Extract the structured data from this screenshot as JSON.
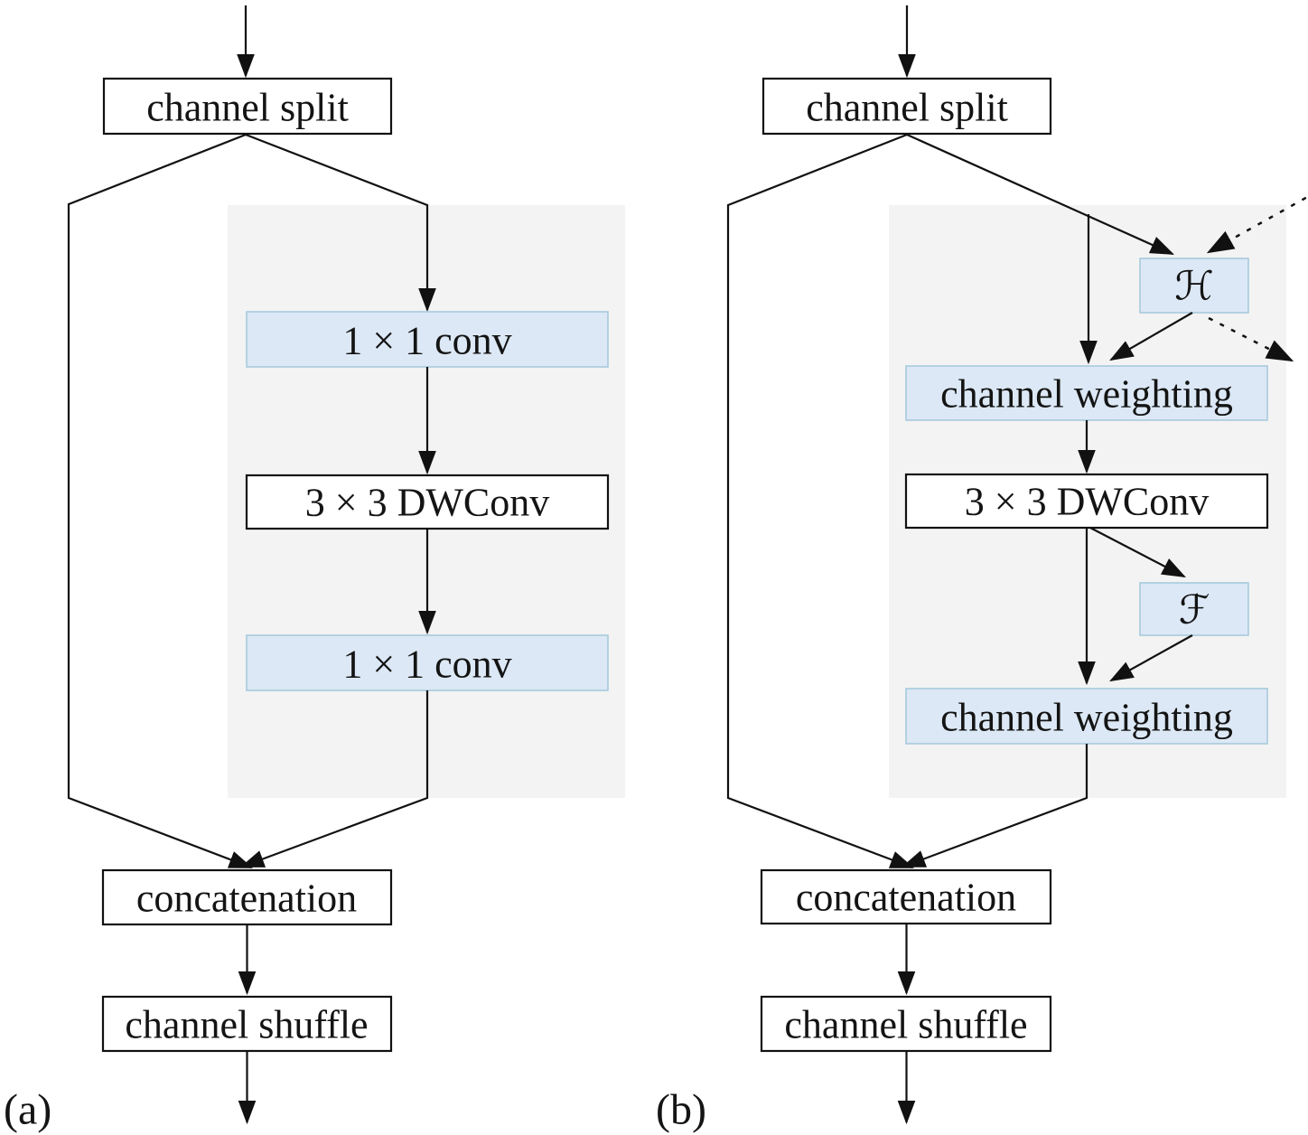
{
  "figure": {
    "panels": {
      "a": {
        "label": "(a)",
        "nodes": {
          "channel_split": "channel split",
          "conv1": "1 × 1 conv",
          "dwconv": "3 × 3 DWConv",
          "conv2": "1 × 1 conv",
          "concatenation": "concatenation",
          "channel_shuffle": "channel shuffle"
        }
      },
      "b": {
        "label": "(b)",
        "nodes": {
          "channel_split": "channel split",
          "h_function": "ℋ",
          "channel_weighting_1": "channel weighting",
          "dwconv": "3 × 3 DWConv",
          "f_function": "ℱ",
          "channel_weighting_2": "channel weighting",
          "concatenation": "concatenation",
          "channel_shuffle": "channel shuffle"
        }
      }
    },
    "colors": {
      "line": "#111111",
      "box_fill": "#ffffff",
      "highlight_fill": "#dce8f5",
      "highlight_border": "#a8cadd",
      "panel_background": "#f3f3f3"
    }
  }
}
